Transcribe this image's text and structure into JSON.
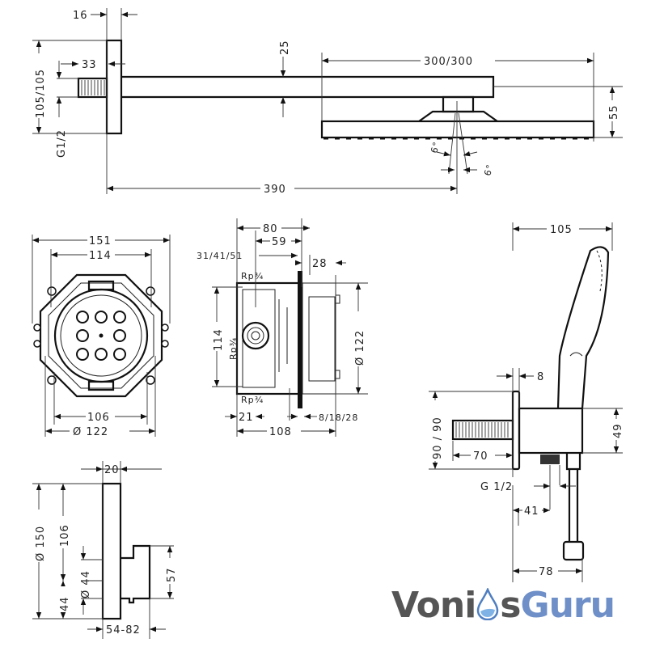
{
  "top_view": {
    "wall_plate_depth": "16",
    "thread_length": "33",
    "arm_height": "25",
    "wall_plate_size": "105/105",
    "thread": "G1/2",
    "head_size": "300/300",
    "head_height": "55",
    "angle_1": "6°",
    "angle_2": "6°",
    "arm_length": "390"
  },
  "mounting_box": {
    "outer_width": "151",
    "inner_width": "114",
    "bottom_width": "106",
    "diameter": "Ø 122"
  },
  "box_section": {
    "depth_80": "80",
    "depth_59": "59",
    "depth_range": "31/41/51",
    "depth_28": "28",
    "rp_top": "Rp¾",
    "rp_mid": "Rp¾",
    "rp_bottom": "Rp¾",
    "height_114": "114",
    "diameter": "Ø 122",
    "depth_21": "21",
    "depth_108": "108",
    "depth_range_2": "8/18/28"
  },
  "thermostat": {
    "plate_depth": "20",
    "diameter_150": "Ø 150",
    "height_106": "106",
    "diameter_44": "Ø 44",
    "offset_44": "44",
    "height_57": "57",
    "projection": "54-82"
  },
  "hand_shower": {
    "width_105": "105",
    "plate_8": "8",
    "plate_size": "90 / 90",
    "height_49": "49",
    "thread_70": "70",
    "thread": "G 1/2",
    "offset_41": "41",
    "width_78": "78"
  },
  "logo": {
    "part1": "Voni",
    "part2": "s",
    "part3": "Guru",
    "color_dark": "#555555",
    "color_blue": "#6e8fc7"
  }
}
